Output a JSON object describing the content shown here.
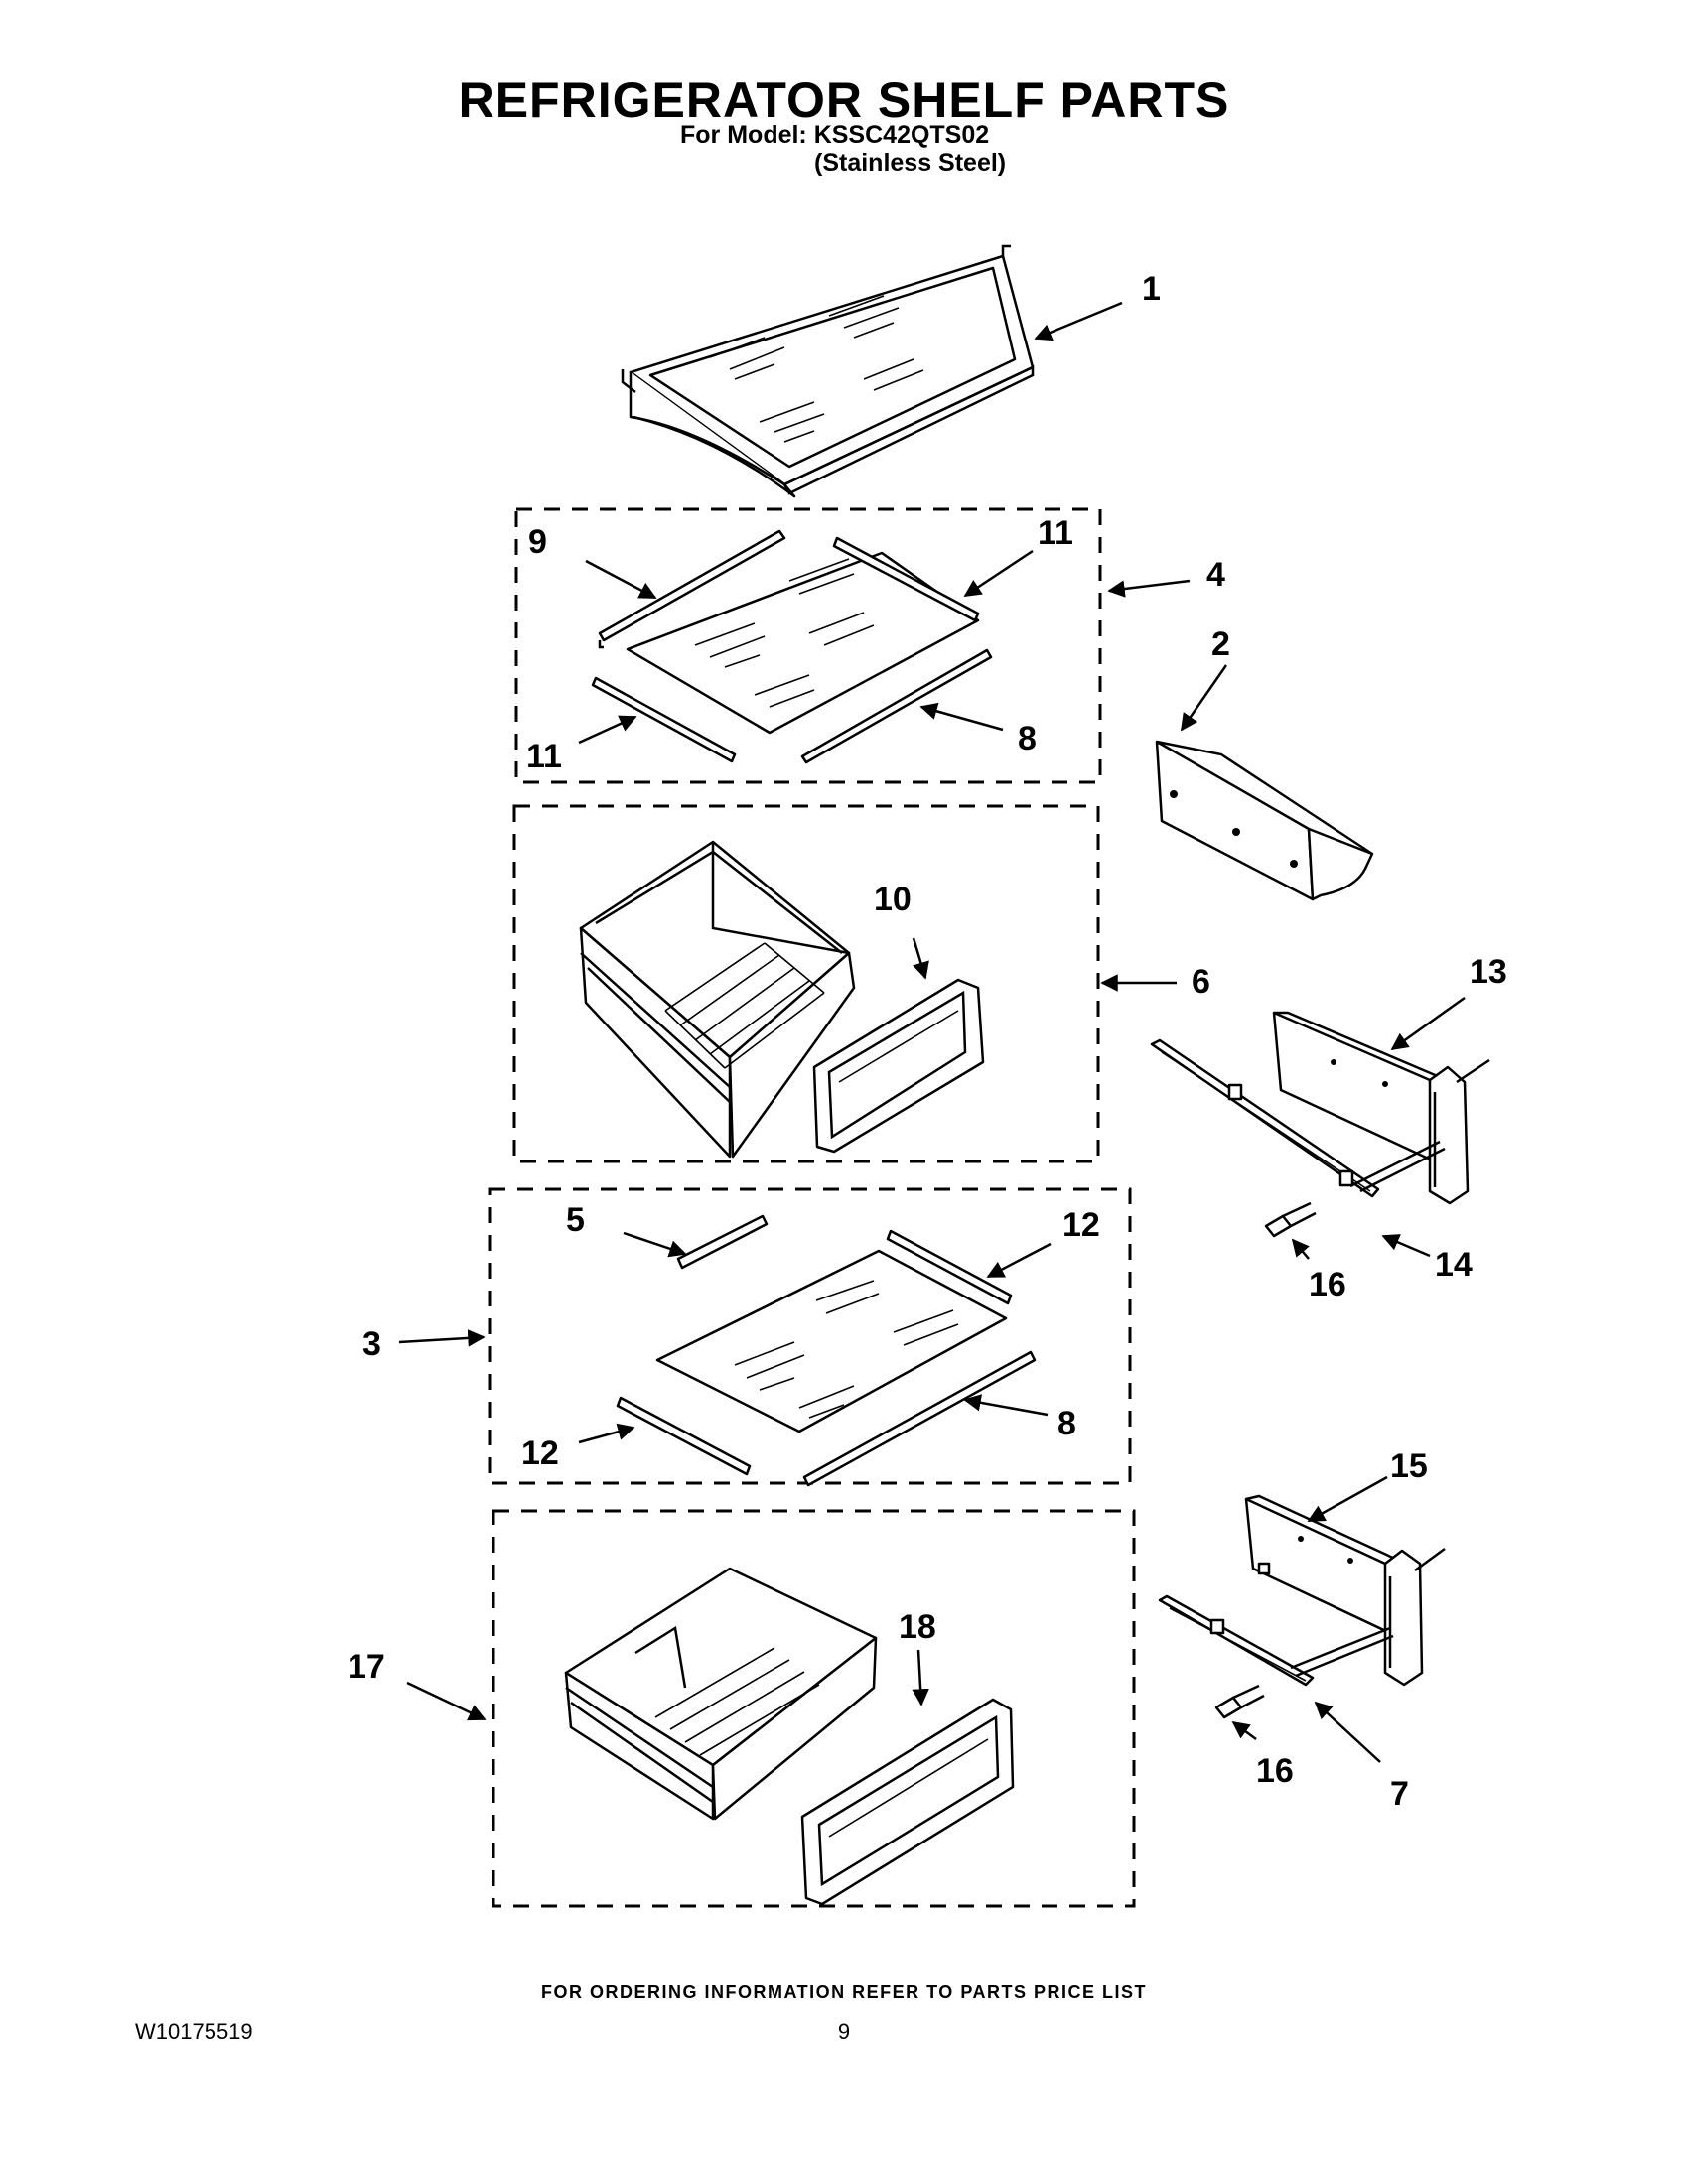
{
  "title": "REFRIGERATOR SHELF PARTS",
  "model_line": "For Model: KSSC42QTS02",
  "finish_line": "(Stainless Steel)",
  "footer_note": "FOR ORDERING INFORMATION REFER TO PARTS PRICE LIST",
  "document_number": "W10175519",
  "page_number": "9",
  "callouts": {
    "c1": "1",
    "c2": "2",
    "c3": "3",
    "c4": "4",
    "c5": "5",
    "c6": "6",
    "c7": "7",
    "c8a": "8",
    "c8b": "8",
    "c9": "9",
    "c10": "10",
    "c11a": "11",
    "c11b": "11",
    "c12a": "12",
    "c12b": "12",
    "c13": "13",
    "c14": "14",
    "c15": "15",
    "c16a": "16",
    "c16b": "16",
    "c17": "17",
    "c18": "18"
  }
}
